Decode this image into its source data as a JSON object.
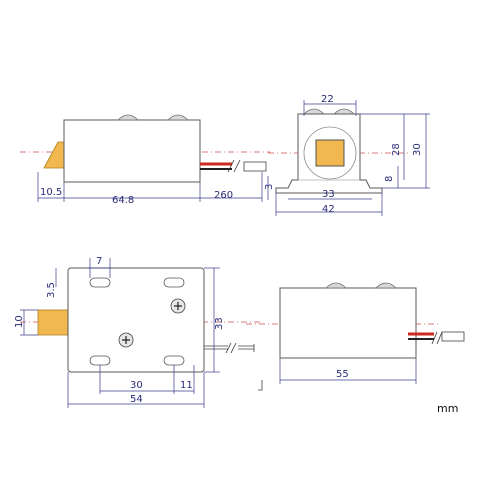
{
  "unit_label": "mm",
  "colors": {
    "plunger": "#f0b84e",
    "wire_red": "#cc2a1e",
    "wire_black": "#222222",
    "dimension": "#3b3b8f",
    "centerline": "#d05050"
  },
  "views": {
    "side_top": {
      "dim_plunger": "10.5",
      "dim_length": "64.8",
      "dim_wire": "260"
    },
    "end": {
      "dim_plunger_width": "22",
      "dim_base": "33",
      "dim_flange": "42",
      "dim_height_28": "28",
      "dim_height_30": "30",
      "dim_8": "8",
      "dim_3": "3"
    },
    "top": {
      "dim_slot": "7",
      "dim_35": "3.5",
      "dim_10": "10",
      "dim_33": "33",
      "dim_30": "30",
      "dim_11": "11",
      "dim_54": "54"
    },
    "side_bottom": {
      "dim_55": "55"
    }
  }
}
